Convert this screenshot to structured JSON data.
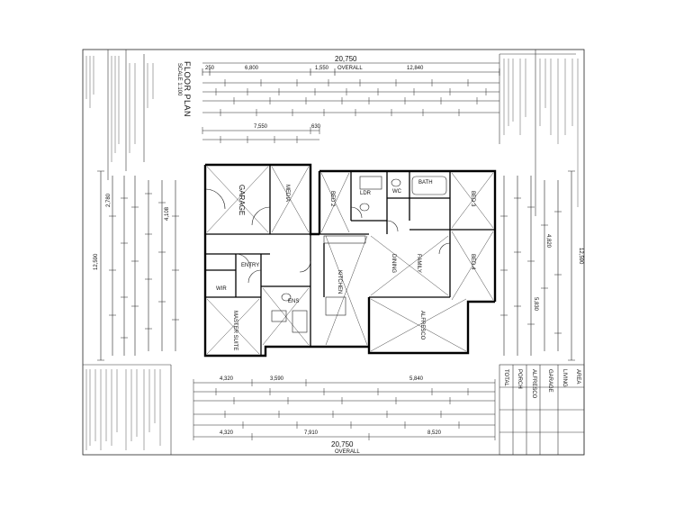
{
  "plan": {
    "title": "FLOOR PLAN",
    "scale": "SCALE 1:100",
    "overall_width_top": "20,750",
    "overall_width_bottom": "20,750",
    "overall_caption": "OVERALL",
    "overall_depth": "12,590",
    "top_dims_row1": [
      "250",
      "6,800",
      "1,550",
      "12,840"
    ],
    "top_dims_row2": [
      "7,550",
      "630"
    ],
    "bottom_dims_row1": [
      "4,320",
      "3,590",
      "5,840"
    ],
    "bottom_dims_row2": [
      "4,320",
      "7,910",
      "8,520"
    ],
    "left_dims": [
      "12,590",
      "4,108",
      "2,780"
    ],
    "right_dims": [
      "12,590",
      "4,820",
      "5,830"
    ],
    "rooms": {
      "garage": "GARAGE",
      "entry": "ENTRY",
      "bed2": "BED 2",
      "bed3": "BED 3",
      "bed4": "BED 4",
      "bath": "BATH",
      "wc": "WC",
      "ldr": "LDR",
      "kitchen": "KITCHEN",
      "dining": "DINING",
      "family": "FAMILY",
      "master": "MASTER SUITE",
      "ens": "ENS",
      "wir": "WIR",
      "alfresco": "ALFRESCO",
      "media": "MEDIA"
    }
  },
  "title_block": {
    "heading": "AREA",
    "rows": [
      "LIVING",
      "GARAGE",
      "ALFRESCO",
      "PORCH",
      "TOTAL"
    ]
  }
}
